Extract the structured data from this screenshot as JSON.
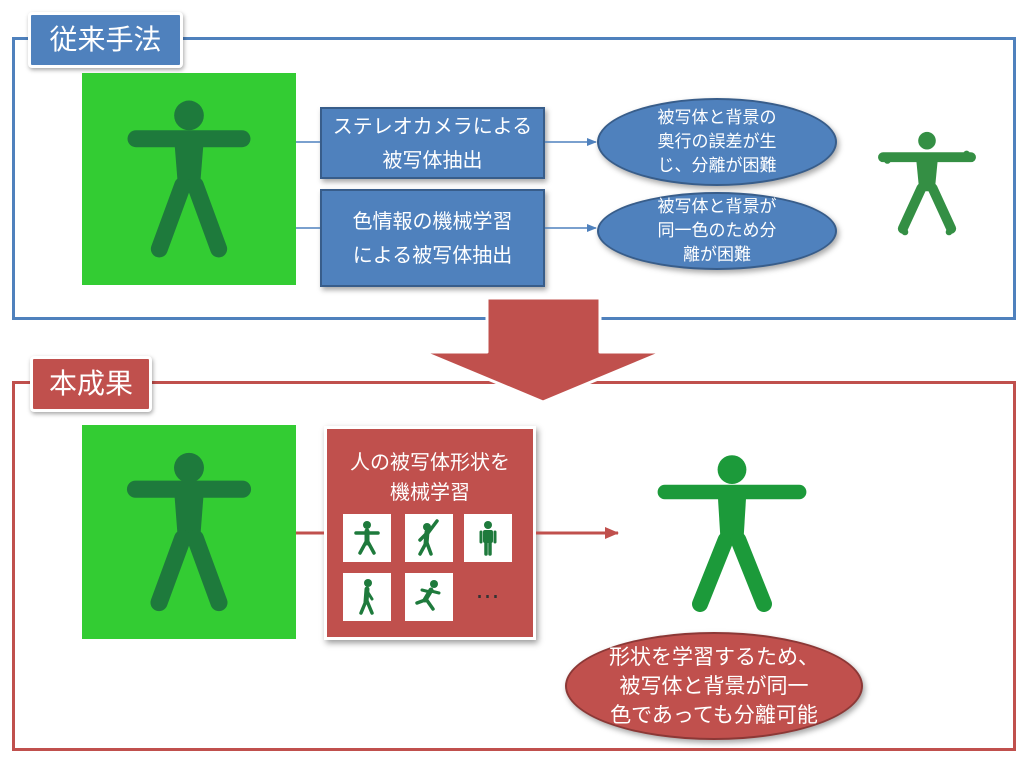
{
  "conventional": {
    "tab_label": "従来手法",
    "methods": [
      {
        "label": "ステレオカメラによる\n被写体抽出"
      },
      {
        "label": "色情報の機械学習\nによる被写体抽出"
      }
    ],
    "problems": [
      {
        "text": "被写体と背景の\n奥行の誤差が生\nじ、分離が困難"
      },
      {
        "text": "被写体と背景が\n同一色のため分\n離が困難"
      }
    ]
  },
  "result": {
    "tab_label": "本成果",
    "learn_title": "人の被写体形状を\n機械学習",
    "more_indicator": "…",
    "outcome": "形状を学習するため、\n被写体と背景が同一\n色であっても分離可能"
  },
  "colors": {
    "blue": "#4f81bd",
    "red": "#c0504d",
    "green_background": "#33cc33",
    "figure_dark": "#1e7a3c",
    "figure_bright": "#1c9a3a"
  },
  "icons": [
    "person-icon",
    "arrow-icon",
    "down-arrow-icon",
    "standing-person-icon",
    "waving-person-icon",
    "walking-person-icon",
    "running-person-icon"
  ]
}
